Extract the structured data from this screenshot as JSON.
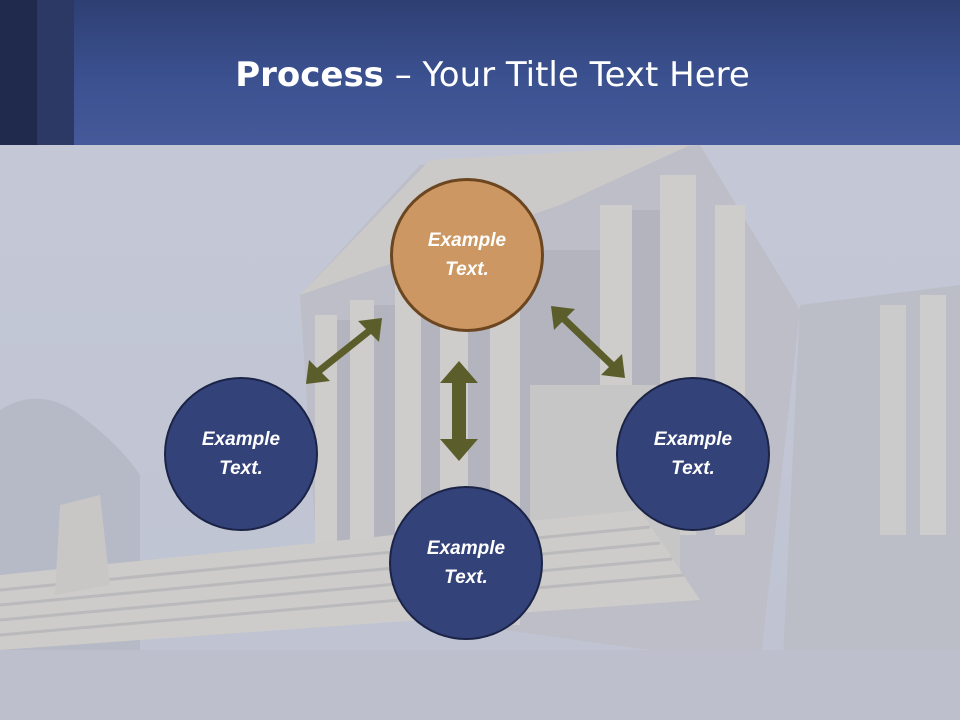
{
  "slide": {
    "title_bold": "Process",
    "title_rest": " – Your Title Text Here"
  },
  "diagram": {
    "nodes": [
      {
        "id": "top",
        "label": "Example\nText.",
        "color": "#cc9762"
      },
      {
        "id": "left",
        "label": "Example\nText.",
        "color": "#34427a"
      },
      {
        "id": "right",
        "label": "Example\nText.",
        "color": "#34427a"
      },
      {
        "id": "bottom",
        "label": "Example\nText.",
        "color": "#34427a"
      }
    ],
    "connector_color": "#5b5e2a"
  }
}
